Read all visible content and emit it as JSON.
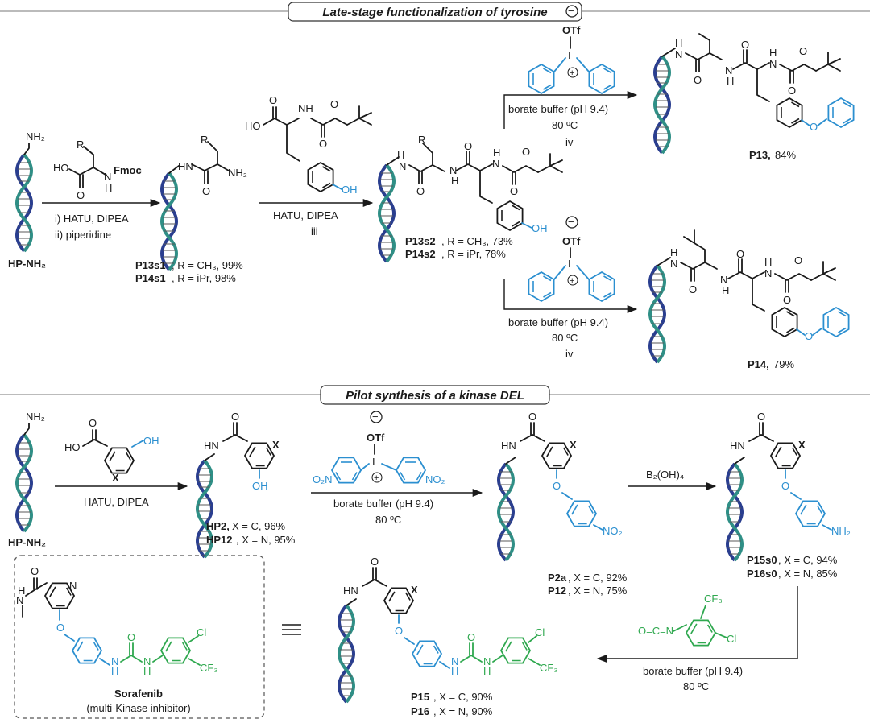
{
  "headers": {
    "section1": "Late-stage functionalization of  tyrosine",
    "section2": "Pilot synthesis of a kinase DEL"
  },
  "atoms": {
    "nh2": "NH₂",
    "nh": "NH",
    "hn": "HN",
    "n": "N",
    "h": "H",
    "o": "O",
    "ho": "HO",
    "oh": "OH",
    "r": "R",
    "x": "X",
    "fmoc": "Fmoc",
    "otf": "OTf",
    "i": "I",
    "o2n": "O₂N",
    "no2": "NO₂",
    "cl": "Cl",
    "cf3": "CF₃",
    "isocyanate": "O=C=N",
    "minus": "−",
    "plus": "+"
  },
  "compounds": {
    "hp": "HP-NH₂",
    "p13s1": {
      "id": "P13s1",
      "detail": ", R = CH₃, 99%"
    },
    "p14s1": {
      "id": "P14s1",
      "detail": ", R = iPr, 98%"
    },
    "p13s2": {
      "id": "P13s2",
      "detail": ", R = CH₃, 73%"
    },
    "p14s2": {
      "id": "P14s2",
      "detail": ", R = iPr, 78%"
    },
    "p13": {
      "id": "P13,",
      "detail": " 84%"
    },
    "p14": {
      "id": "P14,",
      "detail": " 79%"
    },
    "hp2": {
      "id": "HP2,",
      "detail": " X = C, 96%"
    },
    "hp12": {
      "id": "HP12",
      "detail": ", X = N, 95%"
    },
    "p2a": {
      "id": "P2a",
      "detail": ", X = C, 92%"
    },
    "p12": {
      "id": "P12",
      "detail": ", X = N, 75%"
    },
    "p15s0": {
      "id": "P15s0",
      "detail": ", X = C, 94%"
    },
    "p16s0": {
      "id": "P16s0",
      "detail": ", X = N, 85%"
    },
    "p15": {
      "id": "P15",
      "detail": ", X = C, 90%"
    },
    "p16": {
      "id": "P16",
      "detail": ", X = N, 90%"
    },
    "sorafenib": "Sorafenib",
    "sorafenib_note": "(multi-Kinase inhibitor)"
  },
  "conditions": {
    "step1_line1": "i) HATU, DIPEA",
    "step1_line2": "ii) piperidine",
    "step2": "HATU, DIPEA",
    "step2_label": "iii",
    "borate": "borate buffer (pH 9.4)",
    "temp": "80 ºC",
    "iv": "iv",
    "hatu": "HATU, DIPEA",
    "b2oh4": "B₂(OH)₄"
  },
  "colors": {
    "dna_dark": "#2a3e8f",
    "dna_light": "#2f8f86",
    "blue": "#2b8fd0",
    "green": "#2fa84f"
  }
}
